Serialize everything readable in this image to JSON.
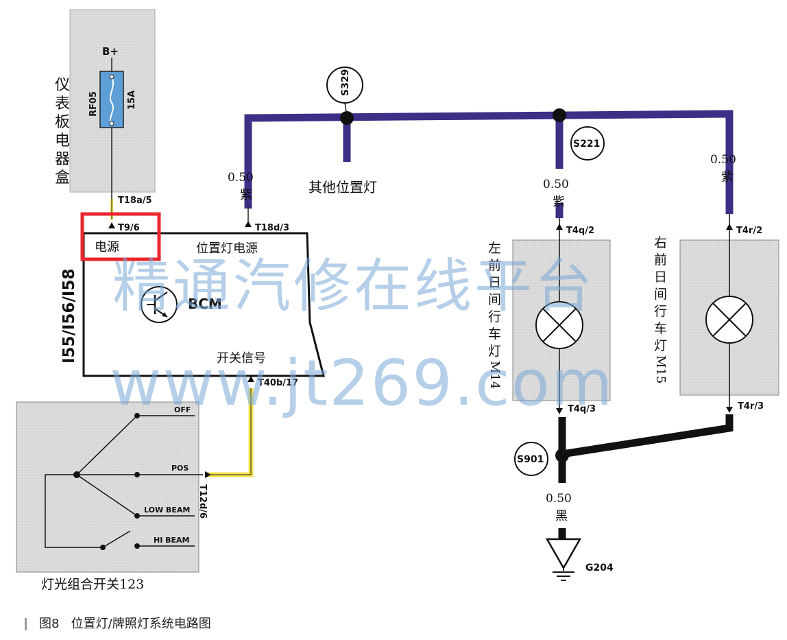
{
  "fuse_box": {
    "label": [
      "仪",
      "表",
      "板",
      "电",
      "器",
      "盒"
    ],
    "bplus": "B+",
    "fuse_name": "RF05",
    "fuse_rating": "15A",
    "connector": "T18a/5"
  },
  "bcm": {
    "module_id": "I55/I56/I58",
    "name": "BCM",
    "pin_power": "T9/6",
    "power_label": "电源",
    "pin_pos_power": "T18d/3",
    "pos_power_label": "位置灯电源",
    "pin_switch": "T40b/17",
    "switch_label": "开关信号"
  },
  "splices": {
    "s329": "S329",
    "s221": "S221",
    "s901": "S901"
  },
  "wires": {
    "left_drop": [
      "0.50",
      "紫"
    ],
    "mid_drop": [
      "0.50",
      "紫"
    ],
    "right_drop": [
      "0.50",
      "紫"
    ],
    "ground": [
      "0.50",
      "黑"
    ]
  },
  "other_lights": "其他位置灯",
  "lamp_left": {
    "name": [
      "左",
      "前",
      "日",
      "间",
      "行",
      "车",
      "灯",
      "M14"
    ],
    "pin_top": "T4q/2",
    "pin_bottom": "T4q/3"
  },
  "lamp_right": {
    "name": [
      "右",
      "前",
      "日",
      "间",
      "行",
      "车",
      "灯",
      "M15"
    ],
    "pin_top": "T4r/2",
    "pin_bottom": "T4r/3"
  },
  "ground": {
    "name": "G204"
  },
  "switch": {
    "name": "灯光组合开关123",
    "positions": [
      "OFF",
      "POS",
      "LOW BEAM",
      "HI BEAM"
    ],
    "connector": "T12d/6"
  },
  "watermark": {
    "line1": "精通汽修在线平台",
    "line2": "www.jt269.com"
  },
  "caption": {
    "fig": "图8",
    "title": "位置灯/牌照灯系统电路图"
  },
  "colors": {
    "purple_wire": "#3b2f86",
    "black_wire": "#111111",
    "yellow_wire": "#f2e24a",
    "highlight": "#e8262c",
    "panel": "#d8d8d8"
  }
}
